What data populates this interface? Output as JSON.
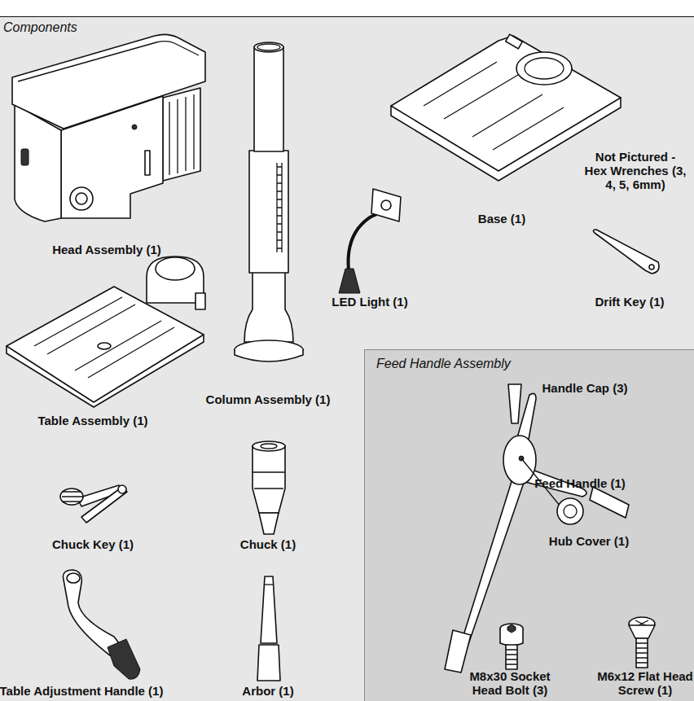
{
  "diagram": {
    "nodes": [
      {
        "text": [
          "Components"
        ]
      },
      {
        "text": [
          "Feed Handle Assembly"
        ],
        "in": 0
      }
    ],
    "labels": [
      "Head Assembly (1)",
      "Column Assembly (1)",
      "LED Light (1)",
      "Base (1)",
      "Not Pictured - Hex Wrenches (3, 4, 5, 6mm)",
      "Drift Key (1)",
      "Table Assembly (1)",
      "Chuck Key (1)",
      "Chuck (1)",
      "Table Adjustment Handle (1)",
      "Arbor (1)",
      "Handle Cap (3)",
      "Feed Handle (1)",
      "Hub Cover (1)",
      "M8x30 Socket Head Bolt (3)",
      "M6x12 Flat Head Screw (1)"
    ]
  }
}
